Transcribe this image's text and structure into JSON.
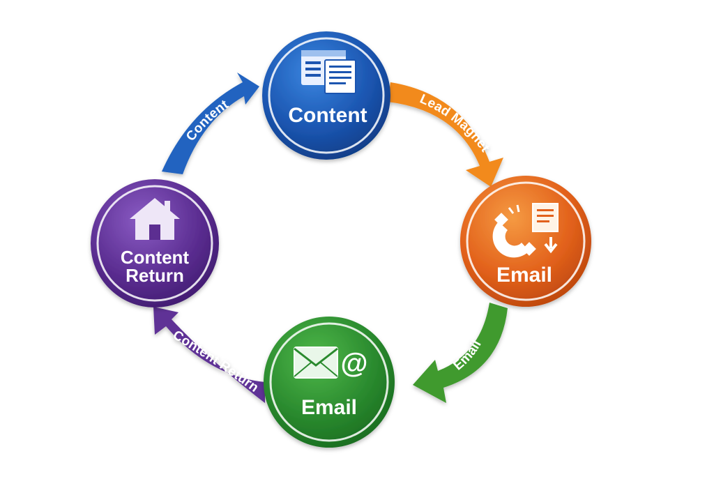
{
  "nodes": {
    "content": {
      "label": "Content",
      "color": "#1d55b0"
    },
    "email_orange": {
      "label": "Email",
      "color": "#e2611b"
    },
    "email_green": {
      "label": "Email",
      "color": "#2a8a2e"
    },
    "content_return": {
      "label_line1": "Content",
      "label_line2": "Return",
      "color": "#5b2d91"
    }
  },
  "arrows": {
    "lead_magnet": {
      "label": "Lead Magnet",
      "color": "#f28a1e"
    },
    "email": {
      "label": "Email",
      "color": "#3f9a2f"
    },
    "content_return": {
      "label": "Content Return",
      "color": "#5e3196"
    },
    "content": {
      "label": "Content",
      "color": "#2264c0"
    }
  },
  "icons": {
    "content": "document-pages-icon",
    "email_orange": "magnet-lead-icon",
    "email_green": "envelope-at-icon",
    "content_return": "house-icon"
  }
}
